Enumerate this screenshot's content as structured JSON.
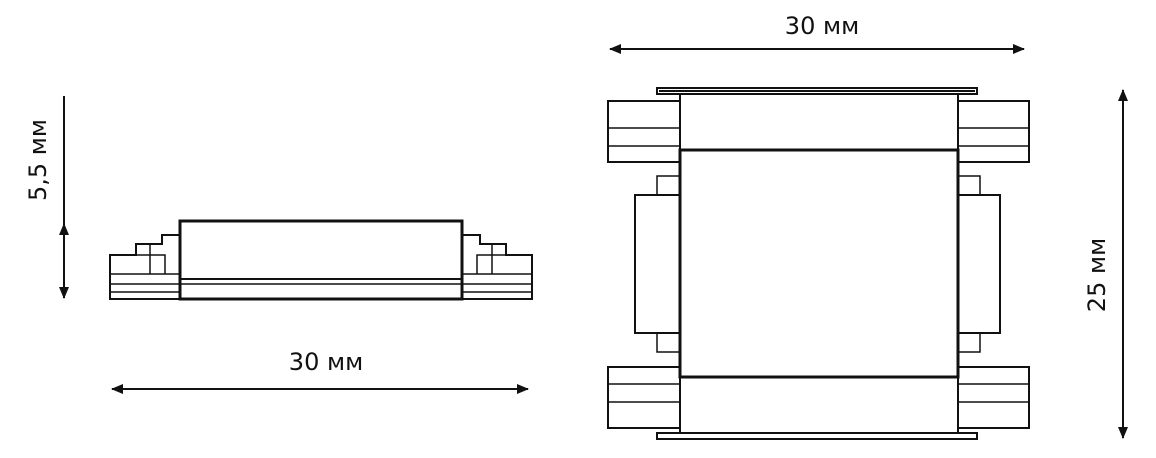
{
  "side_view": {
    "width_label": "30 мм",
    "height_label": "5,5 мм"
  },
  "top_view": {
    "width_label": "30 мм",
    "height_label": "25 мм"
  },
  "colors": {
    "line": "#111111",
    "background": "#ffffff"
  }
}
